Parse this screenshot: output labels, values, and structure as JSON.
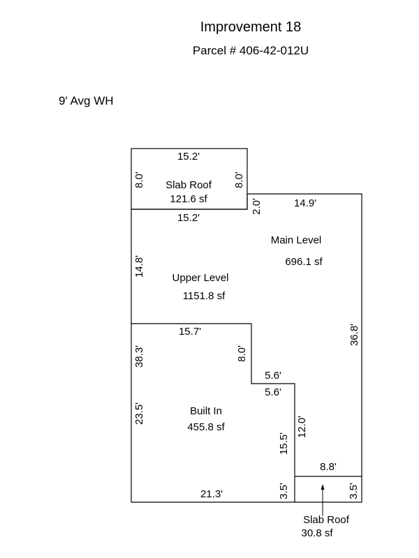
{
  "header": {
    "title": "Improvement 18",
    "parcel": "Parcel # 406-42-012U"
  },
  "wall_height_note": "9' Avg WH",
  "areas": {
    "slab_roof_top": {
      "name": "Slab Roof",
      "area": "121.6 sf"
    },
    "main_level": {
      "name": "Main Level",
      "area": "696.1 sf"
    },
    "upper_level": {
      "name": "Upper Level",
      "area": "1151.8 sf"
    },
    "built_in": {
      "name": "Built In",
      "area": "455.8 sf"
    },
    "slab_roof_bottom": {
      "name": "Slab Roof",
      "area": "30.8 sf"
    }
  },
  "dimensions": {
    "slab_top_width": "15.2'",
    "slab_bottom_width": "15.2'",
    "slab_left_height": "8.0'",
    "slab_right_height": "8.0'",
    "step_height": "2.0'",
    "main_top_width": "14.9'",
    "upper_left_height": "14.8'",
    "built_in_top_width": "15.7'",
    "main_right_height": "36.8'",
    "left_38": "38.3'",
    "notch_height": "8.0'",
    "notch_top_width": "5.6'",
    "notch_bottom_width": "5.6'",
    "left_23": "23.5'",
    "right_12": "12.0'",
    "right_15": "15.5'",
    "slab_small_width": "8.8'",
    "bottom_width": "21.3'",
    "small_left_height": "3.5'",
    "small_right_height": "3.5'"
  }
}
